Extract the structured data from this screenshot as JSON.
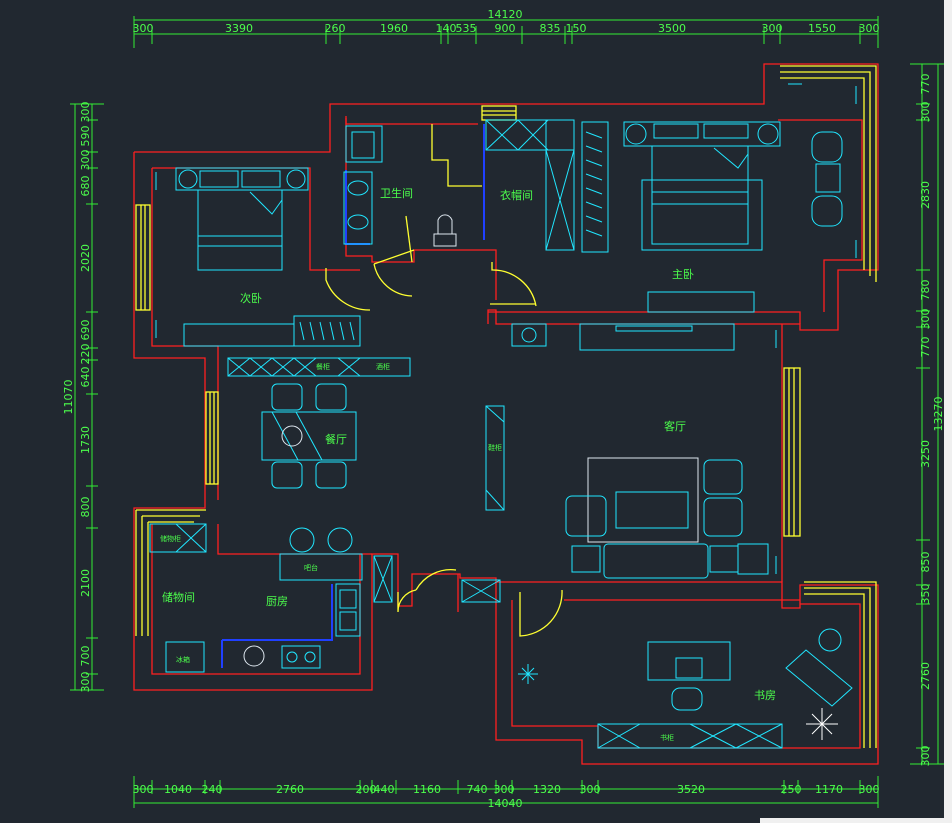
{
  "dimensions": {
    "top_total": "14120",
    "top": [
      "300",
      "3390",
      "260",
      "1960",
      "140",
      "535",
      "900",
      "835",
      "150",
      "3500",
      "300",
      "1550",
      "300"
    ],
    "bottom_total": "14040",
    "bottom": [
      "300",
      "1040",
      "240",
      "2760",
      "200",
      "440",
      "1160",
      "740",
      "300",
      "1320",
      "300",
      "3520",
      "250",
      "1170",
      "300"
    ],
    "left_total": "11070",
    "left": [
      "300",
      "590",
      "300",
      "680",
      "2020",
      "690",
      "220",
      "640",
      "1730",
      "800",
      "2100",
      "700",
      "300"
    ],
    "right_total": "13270",
    "right": [
      "770",
      "300",
      "2830",
      "780",
      "300",
      "770",
      "3250",
      "850",
      "350",
      "2760",
      "300"
    ]
  },
  "rooms": {
    "bathroom": "卫生间",
    "cloakroom": "衣帽间",
    "second_bedroom": "次卧",
    "master_bedroom": "主卧",
    "dining": "餐厅",
    "living": "客厅",
    "storage": "储物间",
    "kitchen": "厨房",
    "study": "书房"
  },
  "fixtures": {
    "storage_cabinet": "储物柜",
    "dining_cabinet": "餐柜",
    "liquor_cabinet": "酒柜",
    "shoe_cabinet": "鞋柜",
    "fridge": "冰箱",
    "counter": "吧台",
    "bookcase": "书柜"
  },
  "colors": {
    "background": "#212830",
    "dimension": "#33ee33",
    "wall": "#ff2020",
    "furniture": "#20e6ff",
    "window": "#ffff30"
  }
}
